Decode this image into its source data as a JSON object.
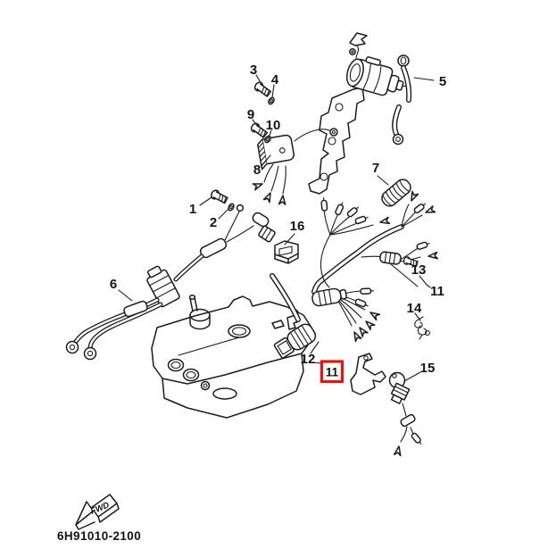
{
  "part_catalog_code": "6H91010-2100",
  "orientation_marker": "FWD",
  "colors": {
    "line": "#1c1c1c",
    "background": "#ffffff",
    "highlight_box": "#e8130d"
  },
  "callouts": [
    {
      "ref": "1"
    },
    {
      "ref": "2"
    },
    {
      "ref": "3"
    },
    {
      "ref": "4"
    },
    {
      "ref": "5"
    },
    {
      "ref": "6"
    },
    {
      "ref": "7"
    },
    {
      "ref": "8"
    },
    {
      "ref": "9"
    },
    {
      "ref": "10"
    },
    {
      "ref": "11"
    },
    {
      "ref": "12"
    },
    {
      "ref": "13"
    },
    {
      "ref": "14"
    },
    {
      "ref": "15"
    },
    {
      "ref": "16"
    },
    {
      "ref": "11",
      "highlighted": true
    }
  ]
}
